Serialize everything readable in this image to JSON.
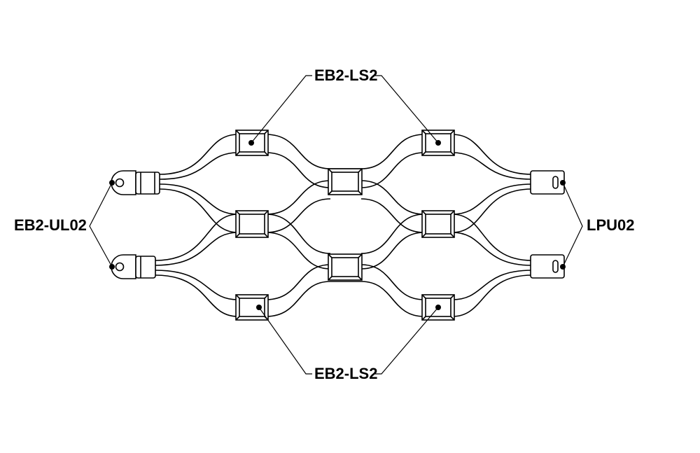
{
  "labels": {
    "top_ferrule": "EB2-LS2",
    "bottom_ferrule": "EB2-LS2",
    "left_end": "EB2-UL02",
    "right_end": "LPU02"
  },
  "colors": {
    "line": "#000000",
    "background": "#ffffff"
  }
}
